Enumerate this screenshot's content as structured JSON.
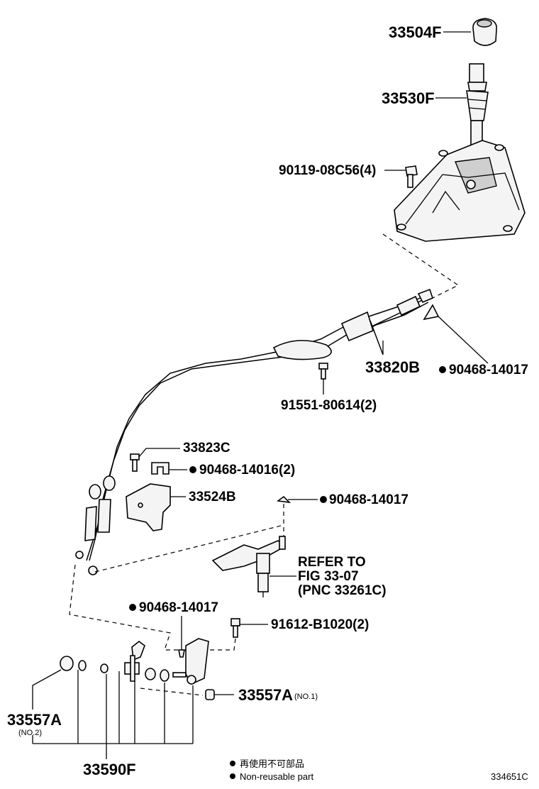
{
  "parts": {
    "knob": "33504F",
    "lever_boot": "33530F",
    "bolt_4": "90119-08C56(4)",
    "cable_assy": "33820B",
    "clip_upper": "90468-14017",
    "bolt_2": "91551-80614(2)",
    "bracket_bolt": "33823C",
    "clip_pair": "90468-14016(2)",
    "bracket": "33524B",
    "clip_mid": "90468-14017",
    "refer_line1": "REFER TO",
    "refer_line2": "FIG 33-07",
    "refer_line3": "(PNC 33261C)",
    "clip_lower": "90468-14017",
    "bolt_lower": "91612-B1020(2)",
    "bushing_no1": "33557A",
    "bushing_no1_note": "(NO.1)",
    "bushing_no2": "33557A",
    "bushing_no2_note": "(NO.2)",
    "lever_sub": "33590F"
  },
  "legend": {
    "jp": "再使用不可部品",
    "en": "Non-reusable part"
  },
  "figure_code": "334651C"
}
